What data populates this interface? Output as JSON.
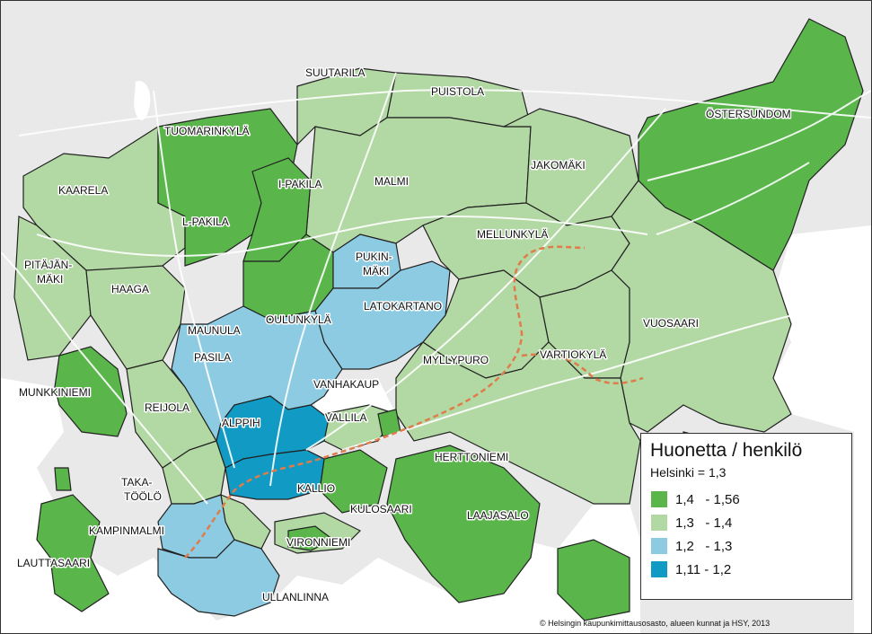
{
  "colors": {
    "class_1": "#5ab54b",
    "class_2": "#b2d8a3",
    "class_3": "#8dcbe3",
    "class_4": "#119ac3",
    "land": "#e9e9e9",
    "water": "#ffffff",
    "road": "#ffffff",
    "metro": "#e07b4a"
  },
  "districts": {
    "suutarila": "SUUTARILA",
    "puistola": "PUISTOLA",
    "tuomarinkyla": "TUOMARINKYLÄ",
    "ostersundom": "ÖSTERSUNDOM",
    "jakomaki": "JAKOMÄKI",
    "kaarela": "KAARELA",
    "malmi": "MALMI",
    "ipakila": "I-PAKILA",
    "lpakila": "L-PAKILA",
    "mellunkyla": "MELLUNKYLÄ",
    "pitajanmaki_1": "PITÄJÄN-",
    "pitajanmaki_2": "MÄKI",
    "pukinmaki_1": "PUKIN-",
    "pukinmaki_2": "MÄKI",
    "haaga": "HAAGA",
    "latokartano": "LATOKARTANO",
    "oulunkyla": "OULUNKYLÄ",
    "maunula": "MAUNULA",
    "vuosaari": "VUOSAARI",
    "pasila": "PASILA",
    "myllypuro": "MYLLYPURO",
    "vartiokyla": "VARTIOKYLÄ",
    "munkkiniemi": "MUNKKINIEMI",
    "vanhakaup": "VANHAKAUP",
    "reijola": "REIJOLA",
    "alppih": "ALPPIH",
    "vallila": "VALLILA",
    "herttoniemi": "HERTTONIEMI",
    "taka_1": "TAKA-",
    "taka_2": "TÖÖLÖ",
    "kallio": "KALLIO",
    "kulosaari": "KULOSAARI",
    "laajasalo": "LAAJASALO",
    "kampinmalmi": "KAMPINMALMI",
    "vironniemi": "VIRONNIEMI",
    "lauttasaari": "LAUTTASAARI",
    "ullanlinna": "ULLANLINNA"
  },
  "legend": {
    "title": "Huonetta / henkilö",
    "subtitle": "Helsinki = 1,3",
    "items": [
      {
        "label": "1,4   - 1,56",
        "color": "#5ab54b"
      },
      {
        "label": "1,3   - 1,4",
        "color": "#b2d8a3"
      },
      {
        "label": "1,2   - 1,3",
        "color": "#8dcbe3"
      },
      {
        "label": "1,11 - 1,2",
        "color": "#119ac3"
      }
    ]
  },
  "copyright": "© Helsingin kaupunkimittausosasto, alueen kunnat ja HSY, 2013"
}
